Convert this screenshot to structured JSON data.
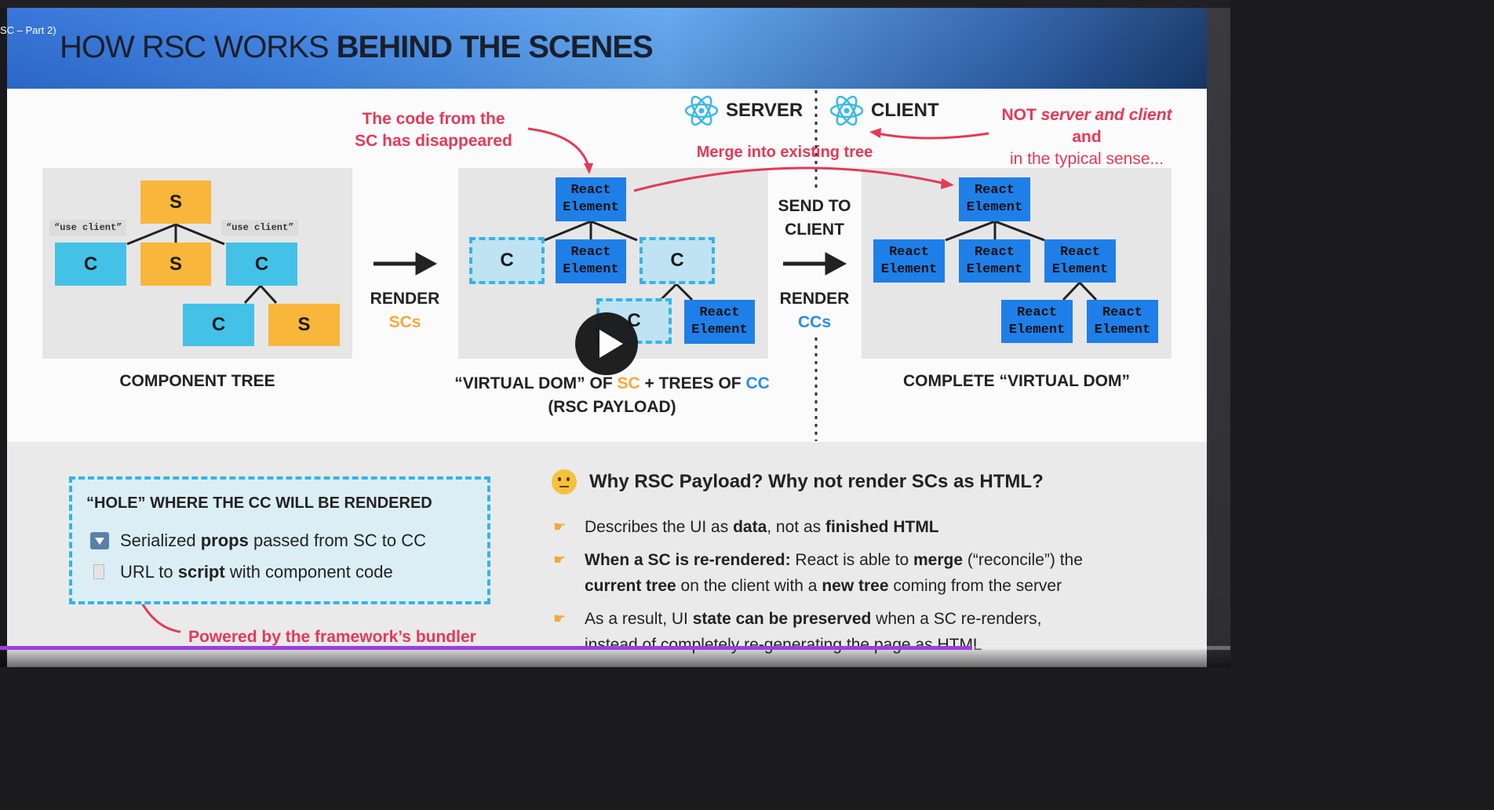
{
  "video": {
    "title": "SC – Part 2)"
  },
  "slide": {
    "title_light": "HOW RSC WORKS ",
    "title_bold": "BEHIND THE SCENES",
    "server_label": "SERVER",
    "client_label": "CLIENT",
    "not_note_prefix": "NOT ",
    "not_note_italic": "server and client",
    "not_note_line2": "in the typical sense...",
    "merge_note": "Merge into existing tree",
    "sc_note_line1": "The code from the",
    "sc_note_line2": "SC has disappeared",
    "component_tree": {
      "label": "COMPONENT TREE",
      "use_client_tag": "“use client”",
      "S": "S",
      "C": "C"
    },
    "render_scs": {
      "line1": "RENDER",
      "line2": "SCs"
    },
    "send_to_client": {
      "line1": "SEND TO",
      "line2": "CLIENT"
    },
    "render_ccs": {
      "line1": "RENDER",
      "line2": "CCs"
    },
    "react_element_line1": "React",
    "react_element_line2": "Element",
    "vdom_label_part1": "“VIRTUAL DOM” OF ",
    "vdom_label_sc": "SC",
    "vdom_label_part2": " + TREES OF ",
    "vdom_label_cc": "CC",
    "vdom_label_line2": "(RSC PAYLOAD)",
    "complete_label": "COMPLETE “VIRTUAL DOM”",
    "hole": {
      "title": "“HOLE” WHERE THE CC WILL BE RENDERED",
      "item1_pre": "Serialized ",
      "item1_bold": "props",
      "item1_post": " passed from SC to CC",
      "item2_pre": "URL to ",
      "item2_bold": "script",
      "item2_post": " with component code",
      "bundler_note": "Powered by the framework’s bundler"
    },
    "why": {
      "title": "Why RSC Payload? Why not render SCs as HTML?",
      "b1_pre": "Describes the UI as ",
      "b1_bold1": "data",
      "b1_mid": ", not as ",
      "b1_bold2": "finished HTML",
      "b2_bold1": "When a SC is re-rendered:",
      "b2_mid1": " React is able to ",
      "b2_bold2": "merge",
      "b2_mid2": " (“reconcile”) the",
      "b2_bold3": "current tree",
      "b2_mid3": " on the client with a ",
      "b2_bold4": "new tree",
      "b2_end": " coming from the server",
      "b3_pre": "As a result, UI ",
      "b3_bold": "state can be preserved",
      "b3_post": " when a SC re-renders,",
      "b3_line2": "instead of completely re-generating the page as HTML"
    }
  },
  "player": {
    "progress": 0.79
  },
  "colors": {
    "server_sc": "#f8b63a",
    "client_cc": "#44c1e6",
    "react_element": "#1f7fe8",
    "accent_red": "#e23a59",
    "progress": "#9b3fe3"
  }
}
